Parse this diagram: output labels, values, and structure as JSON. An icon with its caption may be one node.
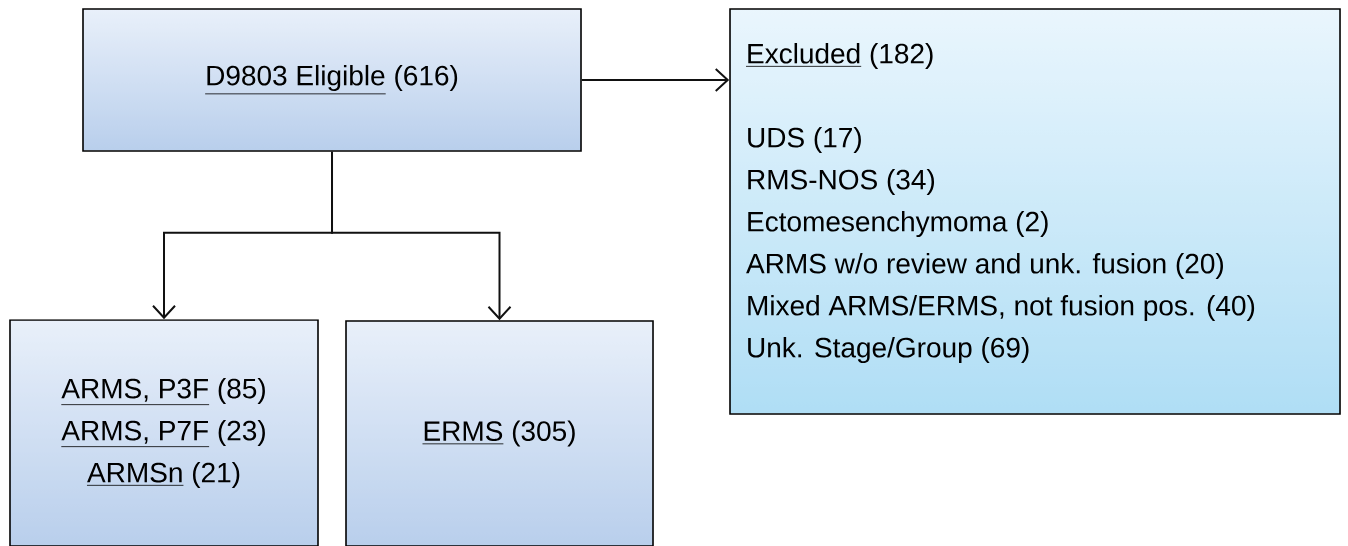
{
  "diagram": {
    "nodes": [
      {
        "text": [
          "D9803 Eligible",
          "(616)"
        ]
      },
      {
        "text": [
          "Excluded",
          "(182)",
          "UDS (17)",
          "RMS-NOS (34)",
          "Ectomesenchymoma (2)",
          "ARMS w/o review and unk. fusion (20)",
          "Mixed ARMS/ERMS, not fusion pos. (40)",
          "Unk. Stage/Group (69)"
        ]
      },
      {
        "text": [
          "ARMS, P3F",
          "(85)",
          "ARMS, P7F",
          "(23)",
          "ARMSn",
          "(21)"
        ]
      },
      {
        "text": [
          "ERMS",
          "(305)"
        ]
      }
    ],
    "edges": [
      {
        "from": 0,
        "to": 1,
        "arrow": "to"
      },
      {
        "from": 0,
        "to": 2,
        "arrow": "to"
      },
      {
        "from": 0,
        "to": 3,
        "arrow": "to"
      }
    ]
  }
}
